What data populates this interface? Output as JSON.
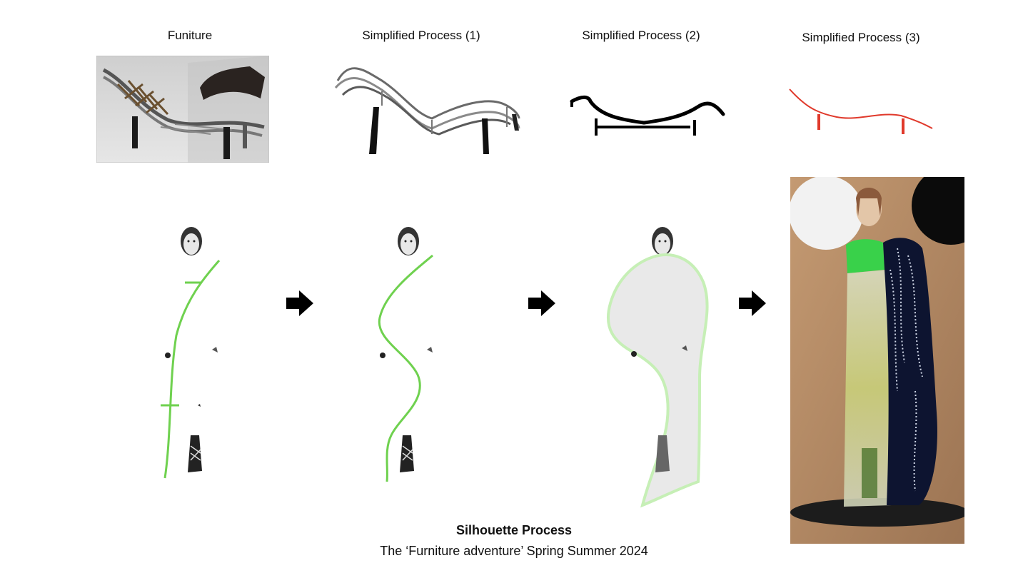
{
  "headings": {
    "col1": "Funiture",
    "col2": "Simplified Process (1)",
    "col3": "Simplified Process (2)",
    "col4": "Simplified Process (3)"
  },
  "caption": {
    "title": "Silhouette Process",
    "subtitle": "The ‘Furniture adventure’ Spring Summer 2024"
  },
  "colors": {
    "green_line": "#6fd14f",
    "pale_green": "#c6efb6",
    "red_line": "#e0392b",
    "arrow": "#000000"
  },
  "icons": [
    "right-arrow-icon",
    "right-arrow-icon",
    "right-arrow-icon"
  ]
}
